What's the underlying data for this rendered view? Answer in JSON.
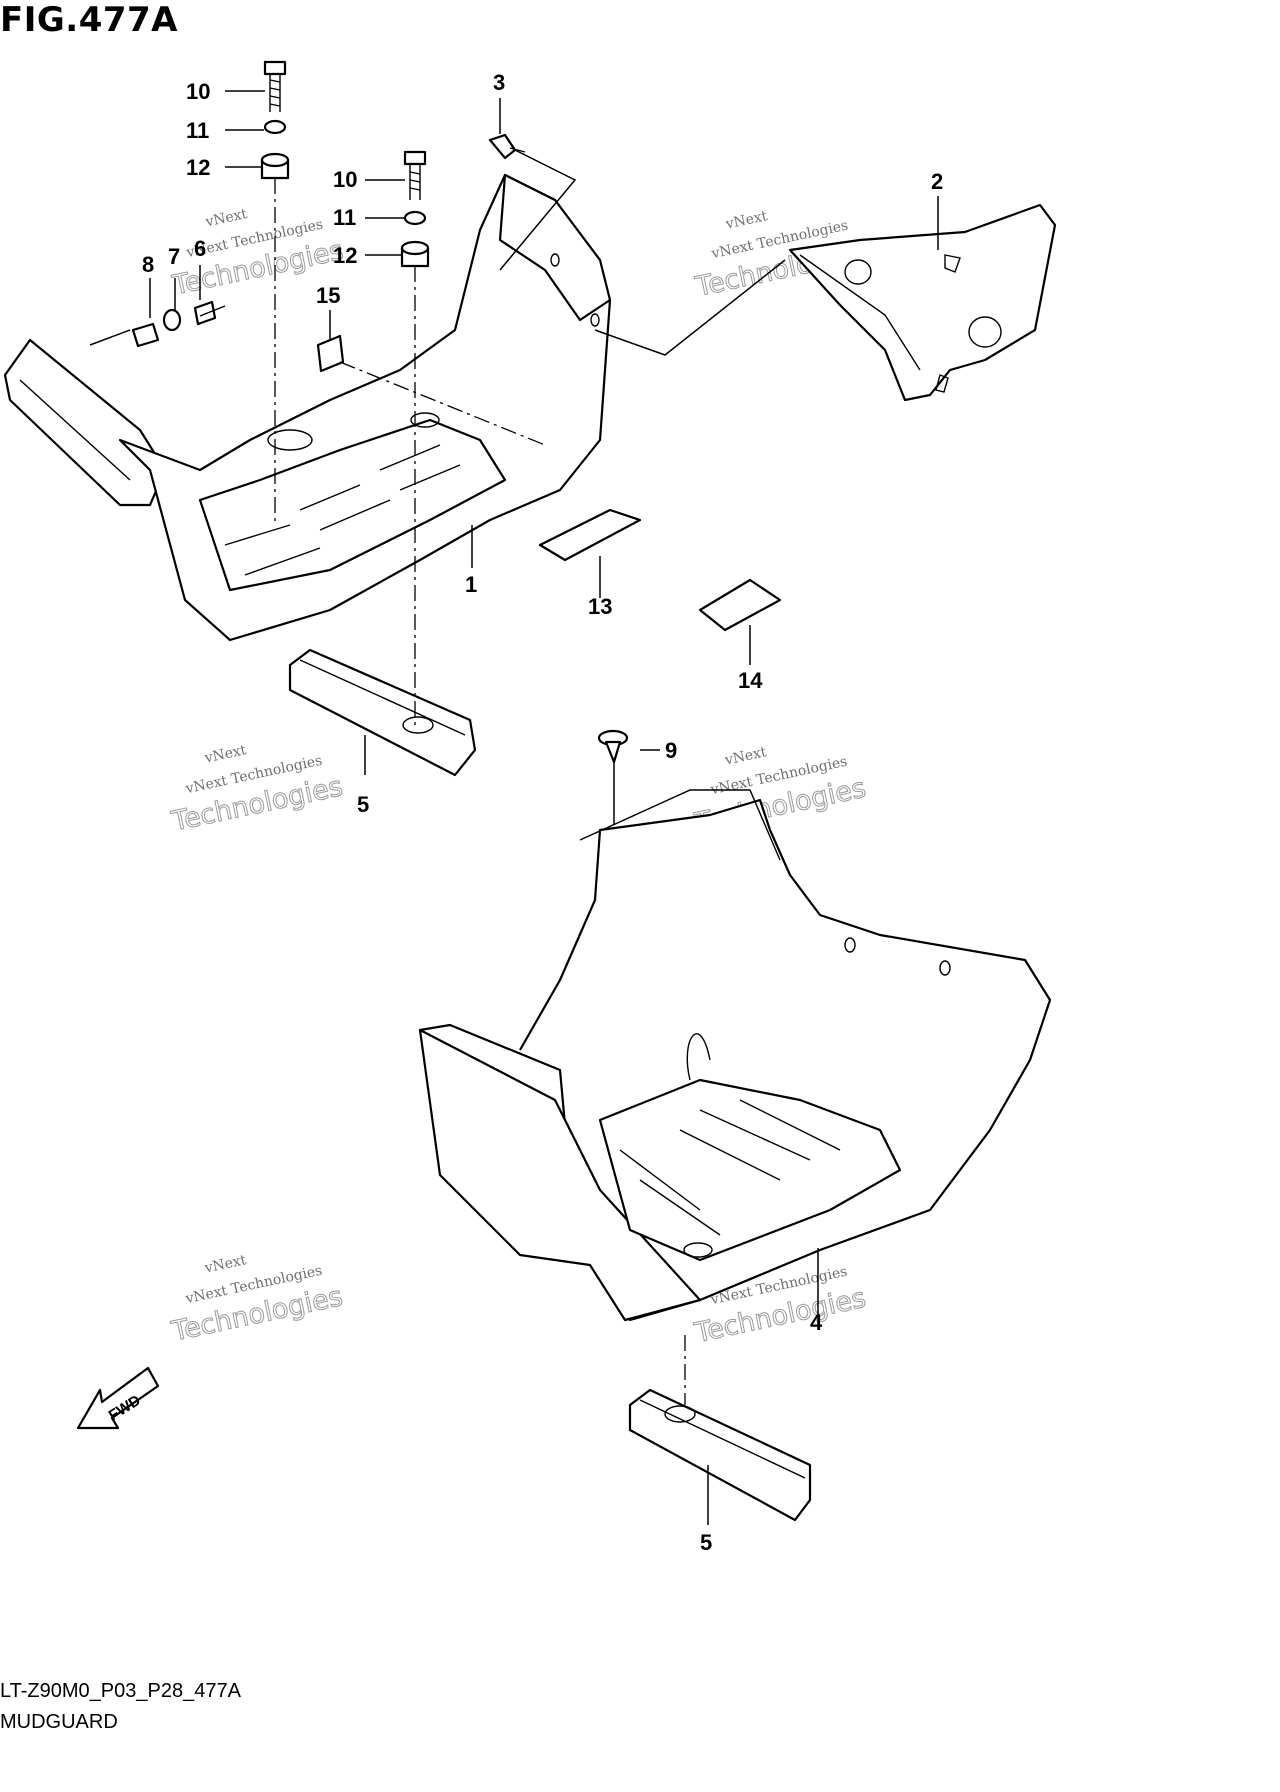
{
  "figure": {
    "title": "FIG.477A",
    "code": "LT-Z90M0_P03_P28_477A",
    "name": "MUDGUARD",
    "fwd_label": "FWD"
  },
  "watermark": {
    "line1": "vNext",
    "line2": "vNext Technologies",
    "line3": "Technologies"
  },
  "callouts": [
    {
      "id": "callout-10-a",
      "text": "10"
    },
    {
      "id": "callout-11-a",
      "text": "11"
    },
    {
      "id": "callout-12-a",
      "text": "12"
    },
    {
      "id": "callout-3",
      "text": "3"
    },
    {
      "id": "callout-10-b",
      "text": "10"
    },
    {
      "id": "callout-11-b",
      "text": "11"
    },
    {
      "id": "callout-12-b",
      "text": "12"
    },
    {
      "id": "callout-2",
      "text": "2"
    },
    {
      "id": "callout-8",
      "text": "8"
    },
    {
      "id": "callout-7",
      "text": "7"
    },
    {
      "id": "callout-6",
      "text": "6"
    },
    {
      "id": "callout-15",
      "text": "15"
    },
    {
      "id": "callout-1",
      "text": "1"
    },
    {
      "id": "callout-13",
      "text": "13"
    },
    {
      "id": "callout-14",
      "text": "14"
    },
    {
      "id": "callout-5-a",
      "text": "5"
    },
    {
      "id": "callout-9",
      "text": "9"
    },
    {
      "id": "callout-4",
      "text": "4"
    },
    {
      "id": "callout-5-b",
      "text": "5"
    }
  ]
}
